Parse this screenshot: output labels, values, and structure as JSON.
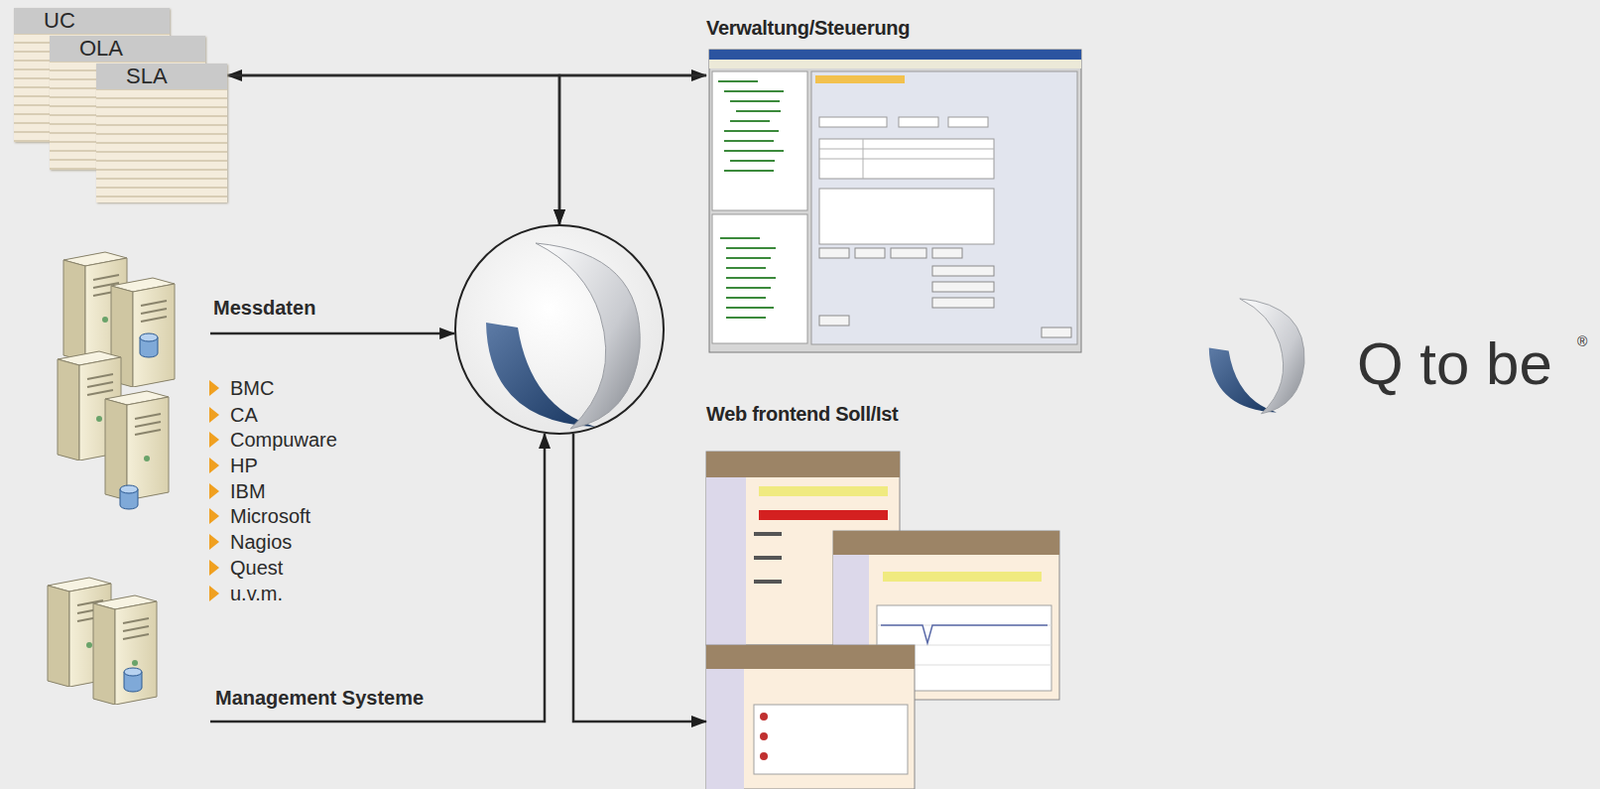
{
  "diagram": {
    "nodes": [
      {
        "text": [
          "UC"
        ]
      },
      {
        "text": [
          "OLA"
        ]
      },
      {
        "text": [
          "SLA"
        ]
      },
      {
        "text": [
          "Verwaltung/Steuerung"
        ]
      },
      {
        "text": []
      },
      {
        "text": []
      },
      {
        "text": []
      },
      {
        "text": [
          "Web frontend Soll/Ist"
        ]
      }
    ],
    "edges": [
      {
        "from": 2,
        "to": 3,
        "arrow": "both"
      },
      {
        "from": 2,
        "to": 4,
        "arrow": "to"
      },
      {
        "from": 3,
        "to": 4,
        "arrow": "to"
      },
      {
        "from": 5,
        "to": 4,
        "label": "Messdaten",
        "arrow": "to"
      },
      {
        "from": 6,
        "to": 4,
        "label": "Management Systeme",
        "arrow": "to"
      },
      {
        "from": 4,
        "to": 7,
        "arrow": "to"
      }
    ],
    "labels": [
      "BMC",
      "CA",
      "Compuware",
      "HP",
      "IBM",
      "Microsoft",
      "Nagios",
      "Quest",
      "u.v.m.",
      "Q to be",
      "®"
    ]
  }
}
